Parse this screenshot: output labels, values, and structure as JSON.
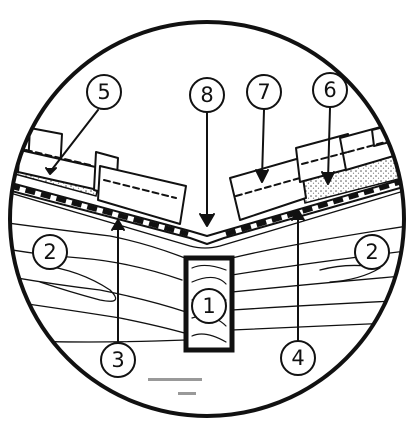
{
  "diagram": {
    "callouts": [
      {
        "id": "1",
        "label": "1"
      },
      {
        "id": "2a",
        "label": "2"
      },
      {
        "id": "2b",
        "label": "2"
      },
      {
        "id": "3",
        "label": "3"
      },
      {
        "id": "4",
        "label": "4"
      },
      {
        "id": "5",
        "label": "5"
      },
      {
        "id": "6",
        "label": "6"
      },
      {
        "id": "7",
        "label": "7"
      },
      {
        "id": "8",
        "label": "8"
      }
    ]
  },
  "colors": {
    "ink": "#111111",
    "paper": "#ffffff",
    "stipple": "#555555"
  }
}
